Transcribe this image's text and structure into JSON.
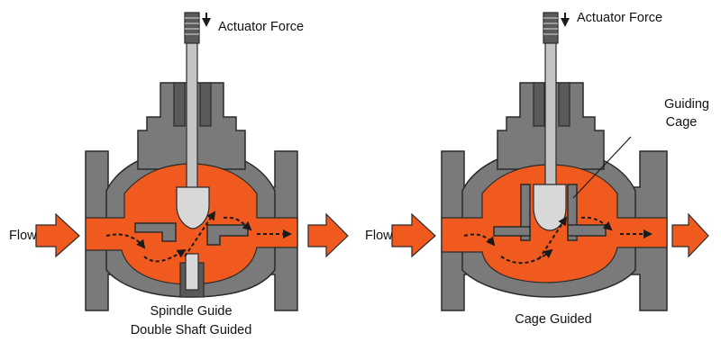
{
  "colors": {
    "body": "#7a7a7a",
    "body_dark": "#5a5a5a",
    "outline": "#2a2a2a",
    "fluid": "#f05a1e",
    "arrow": "#1a1a1a",
    "plug": "#d8d8d8",
    "stem": "#c4c4c4"
  },
  "left_valve": {
    "actuator_label": "Actuator Force",
    "flow_label": "Flow",
    "caption_line1": "Spindle Guide",
    "caption_line2": "Double Shaft Guided"
  },
  "right_valve": {
    "actuator_label": "Actuator Force",
    "flow_label": "Flow",
    "cage_label_line1": "Guiding",
    "cage_label_line2": "Cage",
    "caption": "Cage Guided"
  }
}
